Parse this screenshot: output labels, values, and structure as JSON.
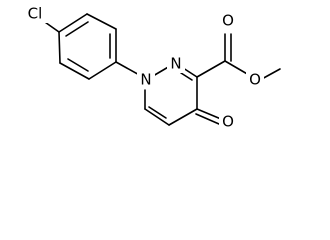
{
  "diagram": {
    "kind": "chemical-structure",
    "atoms": {
      "cl": "Cl",
      "n1": "N",
      "n2": "N",
      "ring_o": "O",
      "ester_carbonyl_o": "O",
      "ester_ether_o": "O"
    },
    "colors": {
      "bond": "#000000",
      "text": "#000000",
      "background": "#ffffff"
    }
  }
}
